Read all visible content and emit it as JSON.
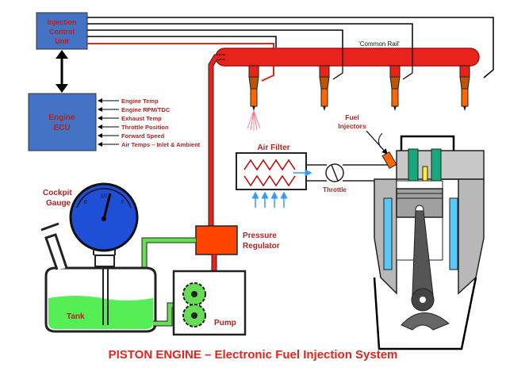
{
  "title": "PISTON ENGINE – Electronic Fuel Injection System",
  "injection_control_unit": [
    "Injection",
    "Control",
    "Unit"
  ],
  "engine_ecu": [
    "Engine",
    "ECU"
  ],
  "sensor_inputs": [
    "Engine Temp",
    "Engine RPM/TDC",
    "Exhaust Temp",
    "Throttle Position",
    "Forward Speed",
    "Air Temps – Inlet & Ambient"
  ],
  "common_rail": "'Common Rail'",
  "fuel_injectors": [
    "Fuel",
    "Injectors"
  ],
  "air_filter": "Air Filter",
  "throttle": "Throttle",
  "cockpit_gauge": [
    "Cockpit",
    "Gauge"
  ],
  "gauge": {
    "e": "E",
    "half": "1/2",
    "f": "F",
    "needle_fraction": 0.55
  },
  "pressure_regulator": [
    "Pressure",
    "Regulator"
  ],
  "tank": "Tank",
  "pump": "Pump",
  "colors": {
    "control_box": "#4472c4",
    "fuel_line_red": "#e8231b",
    "return_line_green": "#66dd55",
    "fuel_fill": "#55ee55",
    "regulator": "#ff4400",
    "label_red": "#b22222",
    "gauge_blue": "#1f4fd6"
  }
}
